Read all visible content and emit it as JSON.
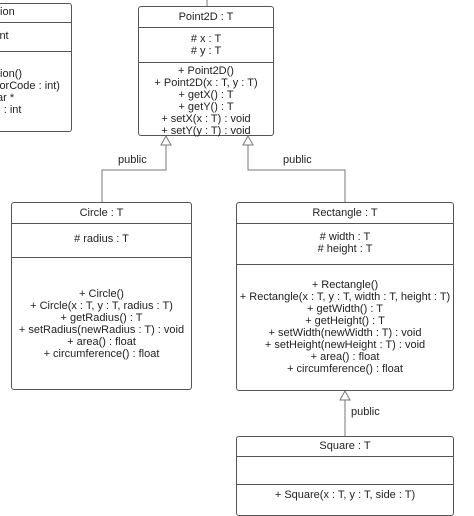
{
  "left_class": {
    "title": "tion",
    "attributes": [
      "int"
    ],
    "methods": [
      "tion()",
      "lorCode : int)",
      "ar *",
      ") : int"
    ]
  },
  "point2d": {
    "title": "Point2D : T",
    "attributes": [
      "# x : T",
      "# y : T"
    ],
    "methods": [
      "+ Point2D()",
      "+ Point2D(x : T, y : T)",
      "+ getX() : T",
      "+ getY() : T",
      "+ setX(x : T) : void",
      "+ setY(y : T) : void"
    ]
  },
  "circle": {
    "title": "Circle : T",
    "attributes": [
      "# radius : T"
    ],
    "methods": [
      "+ Circle()",
      "+ Circle(x : T, y : T, radius : T)",
      "+ getRadius() : T",
      "+ setRadius(newRadius : T) : void",
      "+ area() : float",
      "+ circumference() : float"
    ]
  },
  "rectangle": {
    "title": "Rectangle : T",
    "attributes": [
      "# width : T",
      "# height : T"
    ],
    "methods": [
      "+ Rectangle()",
      "+ Rectangle(x : T, y : T, width : T, height : T)",
      "+ getWidth() : T",
      "+ getHeight() : T",
      "+ setWidth(newWidth : T) : void",
      "+ setHeight(newHeight : T) : void",
      "+ area() : float",
      "+ circumference() : float"
    ]
  },
  "square": {
    "title": "Square : T",
    "attributes": [],
    "methods": [
      "+ Square(x : T, y : T, side : T)"
    ]
  },
  "relations": {
    "circle_label": "public",
    "rectangle_label": "public",
    "square_label": "public"
  }
}
